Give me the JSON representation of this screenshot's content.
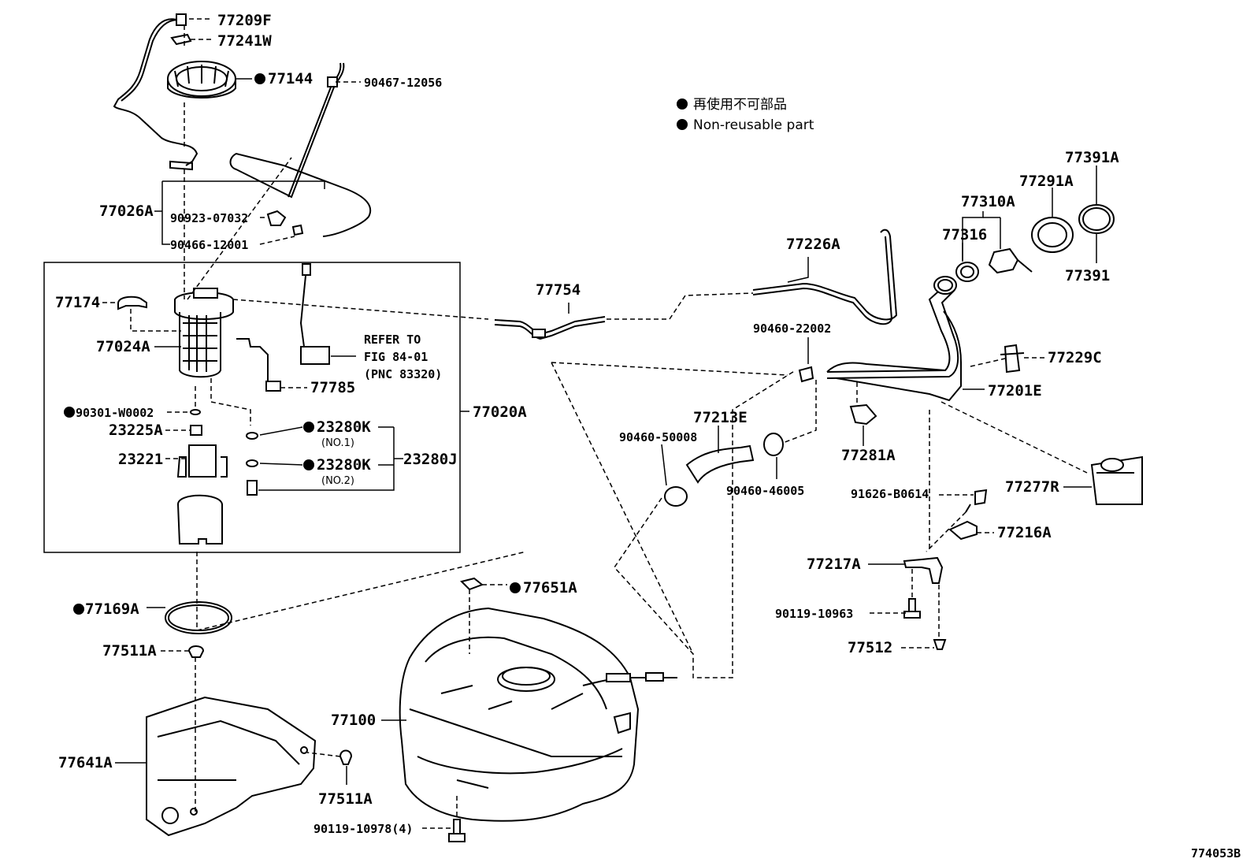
{
  "legend": {
    "jp": "再使用不可部品",
    "en": "Non-reusable part"
  },
  "diagram_id": "774053B",
  "labels": {
    "p77209F": "77209F",
    "p77241W": "77241W",
    "p77144": "77144",
    "p90467_12056": "90467-12056",
    "p77026A": "77026A",
    "p90923_07032": "90923-07032",
    "p90466_12001": "90466-12001",
    "p77174": "77174",
    "p77024A": "77024A",
    "refer1": "REFER TO",
    "refer2": "FIG 84-01",
    "refer3": "(PNC 83320)",
    "p77785": "77785",
    "p90301_W0002": "90301-W0002",
    "p77020A": "77020A",
    "p23225A": "23225A",
    "p23280K_1": "23280K",
    "no1": "(NO.1)",
    "p23221": "23221",
    "p23280K_2": "23280K",
    "no2": "(NO.2)",
    "p23280J": "23280J",
    "p77754": "77754",
    "p77226A": "77226A",
    "p77310A": "77310A",
    "p77291A": "77291A",
    "p77391A": "77391A",
    "p77316": "77316",
    "p77391": "77391",
    "p90460_22002": "90460-22002",
    "p77229C": "77229C",
    "p77201E": "77201E",
    "p77213E": "77213E",
    "p90460_50008": "90460-50008",
    "p77281A": "77281A",
    "p90460_46005": "90460-46005",
    "p91626_B0614": "91626-B0614",
    "p77277R": "77277R",
    "p77216A": "77216A",
    "p77217A": "77217A",
    "p90119_10963": "90119-10963",
    "p77512": "77512",
    "p77651A": "77651A",
    "p77169A": "77169A",
    "p77511A_top": "77511A",
    "p77100": "77100",
    "p77641A": "77641A",
    "p77511A_bot": "77511A",
    "p90119_10978": "90119-10978(4)"
  }
}
